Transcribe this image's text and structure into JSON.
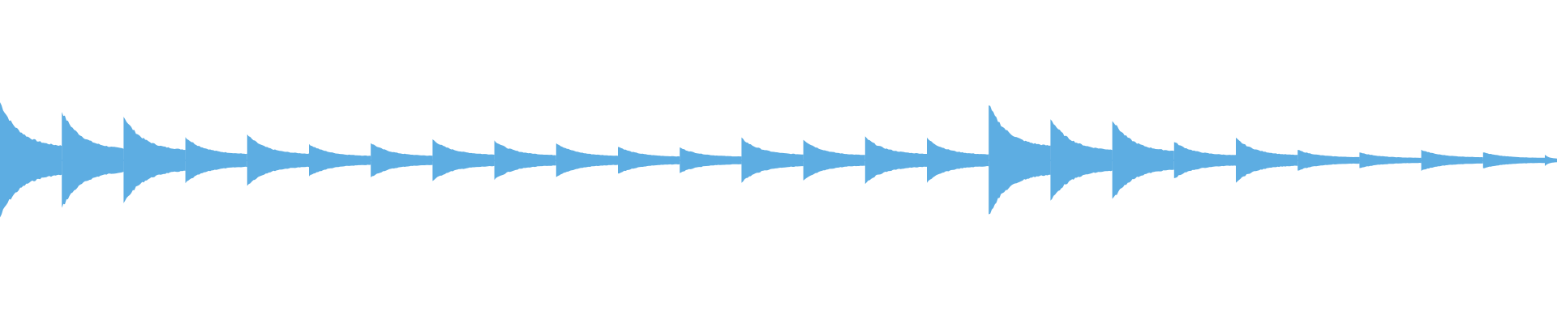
{
  "waveform": {
    "color": "#5dade2",
    "background": "#ffffff",
    "segments": [
      {
        "peak": 1.0,
        "tail": 0.22
      },
      {
        "peak": 0.84,
        "tail": 0.18
      },
      {
        "peak": 0.76,
        "tail": 0.16
      },
      {
        "peak": 0.4,
        "tail": 0.1
      },
      {
        "peak": 0.44,
        "tail": 0.1
      },
      {
        "peak": 0.28,
        "tail": 0.07
      },
      {
        "peak": 0.3,
        "tail": 0.07
      },
      {
        "peak": 0.36,
        "tail": 0.09
      },
      {
        "peak": 0.34,
        "tail": 0.08
      },
      {
        "peak": 0.3,
        "tail": 0.07
      },
      {
        "peak": 0.24,
        "tail": 0.06
      },
      {
        "peak": 0.22,
        "tail": 0.06
      },
      {
        "peak": 0.38,
        "tail": 0.09
      },
      {
        "peak": 0.36,
        "tail": 0.08
      },
      {
        "peak": 0.4,
        "tail": 0.1
      },
      {
        "peak": 0.38,
        "tail": 0.09
      },
      {
        "peak": 0.96,
        "tail": 0.22
      },
      {
        "peak": 0.72,
        "tail": 0.16
      },
      {
        "peak": 0.7,
        "tail": 0.14
      },
      {
        "peak": 0.32,
        "tail": 0.08
      },
      {
        "peak": 0.38,
        "tail": 0.08
      },
      {
        "peak": 0.18,
        "tail": 0.05
      },
      {
        "peak": 0.14,
        "tail": 0.04
      },
      {
        "peak": 0.18,
        "tail": 0.05
      },
      {
        "peak": 0.14,
        "tail": 0.04
      },
      {
        "peak": 0.1,
        "tail": 0.03
      }
    ]
  }
}
